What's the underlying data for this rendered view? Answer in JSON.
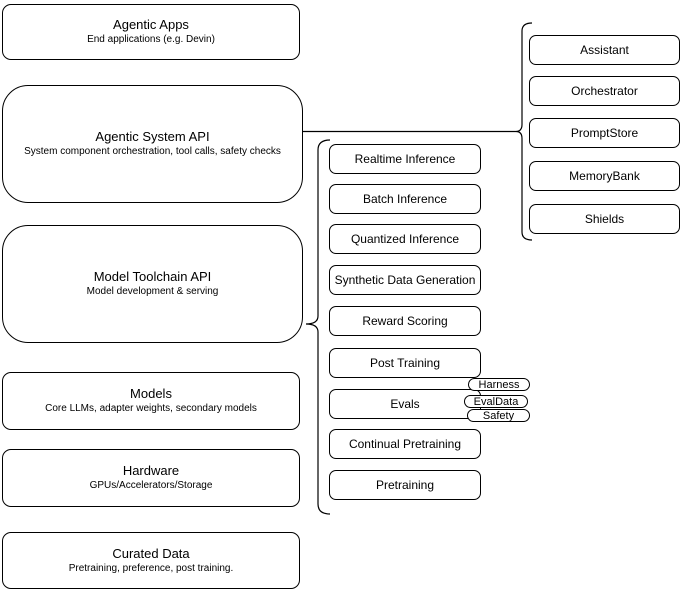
{
  "diagram": {
    "title_hint": "Agentic stack architecture",
    "colors": {
      "stroke": "#000000",
      "fill": "#ffffff",
      "text": "#000000"
    },
    "layers": [
      {
        "title": "Agentic Apps",
        "subtitle": "End applications (e.g. Devin)"
      },
      {
        "title": "Agentic System API",
        "subtitle": "System component orchestration, tool calls, safety checks"
      },
      {
        "title": "Model Toolchain API",
        "subtitle": "Model development & serving"
      },
      {
        "title": "Models",
        "subtitle": "Core LLMs, adapter weights, secondary models"
      },
      {
        "title": "Hardware",
        "subtitle": "GPUs/Accelerators/Storage"
      },
      {
        "title": "Curated Data",
        "subtitle": "Pretraining, preference, post training."
      }
    ],
    "toolchain": {
      "items": [
        "Realtime Inference",
        "Batch Inference",
        "Quantized Inference",
        "Synthetic Data Generation",
        "Reward Scoring",
        "Post Training",
        "Evals",
        "Continual Pretraining",
        "Pretraining"
      ],
      "evals_tags": [
        "Harness",
        "EvalData",
        "Safety"
      ]
    },
    "system_components": [
      "Assistant",
      "Orchestrator",
      "PromptStore",
      "MemoryBank",
      "Shields"
    ]
  }
}
